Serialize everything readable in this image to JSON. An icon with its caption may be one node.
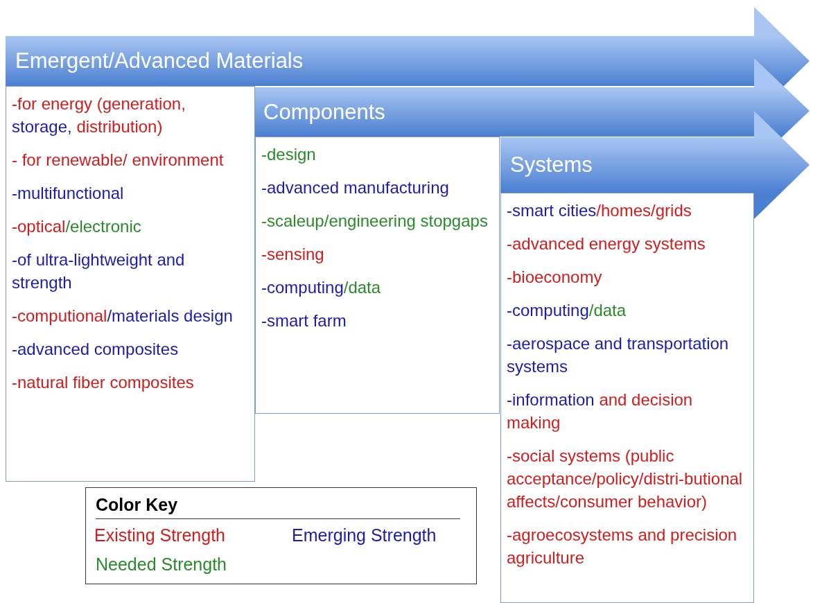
{
  "diagram": {
    "nodes": [
      {
        "text": [
          "Emergent/Advanced Materials"
        ]
      },
      {
        "text": [
          "-for energy (generation, storage, distribution)",
          "- for renewable/ environment",
          "-multifunctional",
          "-optical/electronic",
          "-of ultra-lightweight and strength",
          "-computional/materials design",
          "-advanced composites",
          "-natural fiber composites"
        ]
      },
      {
        "text": [
          "Components"
        ]
      },
      {
        "text": [
          "-design",
          "-advanced manufacturing",
          "-scaleup/engineering stopgaps",
          "-sensing",
          "-computing/data",
          "-smart farm"
        ]
      },
      {
        "text": [
          "Systems"
        ]
      },
      {
        "text": [
          "-smart cities/homes/grids",
          "-advanced energy systems",
          "-bioeconomy",
          "-computing/data",
          "-aerospace and transportation systems",
          "-information and decision making",
          "-social systems (public acceptance/policy/distri-butional affects/consumer behavior)",
          "-agroecosystems and precision agriculture"
        ]
      }
    ],
    "edges": [],
    "labels": [
      "Color Key"
    ],
    "legend": [
      {
        "text": "Existing Strength",
        "color": "#d01c1c"
      },
      {
        "text": "Emerging Strength",
        "color": "#1c1ca8"
      },
      {
        "text": "Needed Strength",
        "color": "#2a8a2a"
      }
    ]
  }
}
